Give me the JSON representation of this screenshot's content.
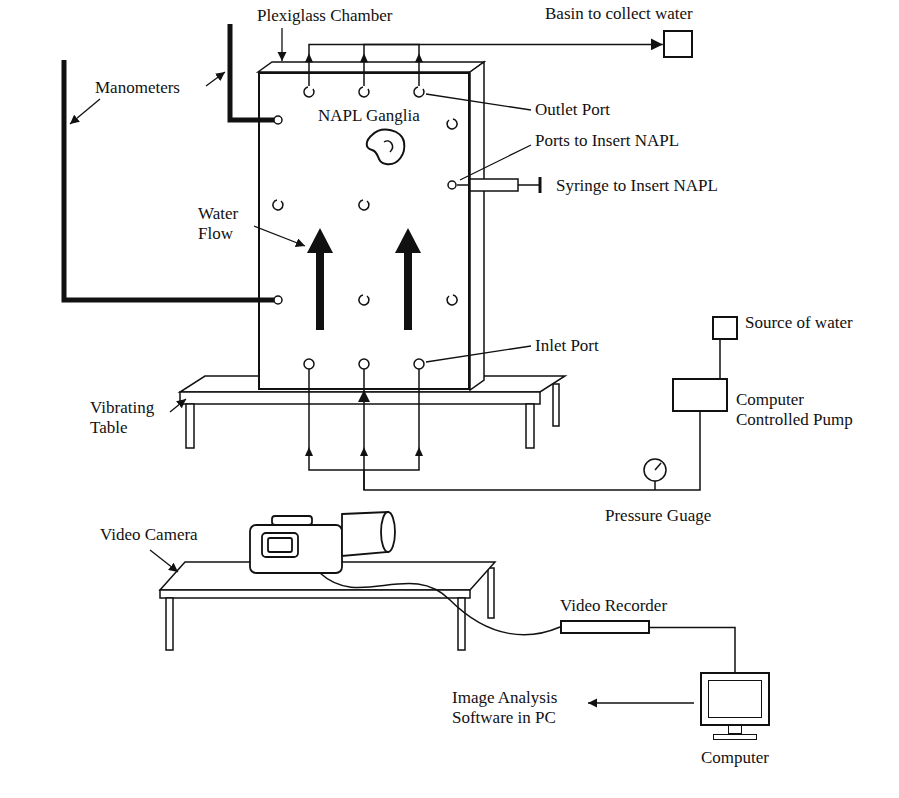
{
  "diagram": {
    "nodes": [
      {
        "text": [
          "Plexiglass Chamber"
        ]
      },
      {
        "text": [
          "Basin to collect water"
        ]
      },
      {
        "text": [
          "Source of water"
        ]
      },
      {
        "text": [
          "Computer Controlled Pump"
        ]
      },
      {
        "text": [
          "Video Recorder"
        ]
      },
      {
        "text": [
          "Computer"
        ]
      }
    ],
    "edges": [
      {
        "from": 0,
        "to": 1,
        "arrow": "to"
      },
      {
        "from": 2,
        "to": 3,
        "arrow": "none"
      },
      {
        "from": 3,
        "to": 0,
        "arrow": "to"
      },
      {
        "from": 4,
        "to": 5,
        "arrow": "none"
      }
    ],
    "labels": [
      "Manometers",
      "Outlet Port",
      "NAPL Ganglia",
      "Ports to Insert NAPL",
      "Syringe to Insert NAPL",
      "Water Flow",
      "Inlet Port",
      "Vibrating Table",
      "Pressure Guage",
      "Video Camera",
      "Image Analysis Software in PC"
    ]
  }
}
